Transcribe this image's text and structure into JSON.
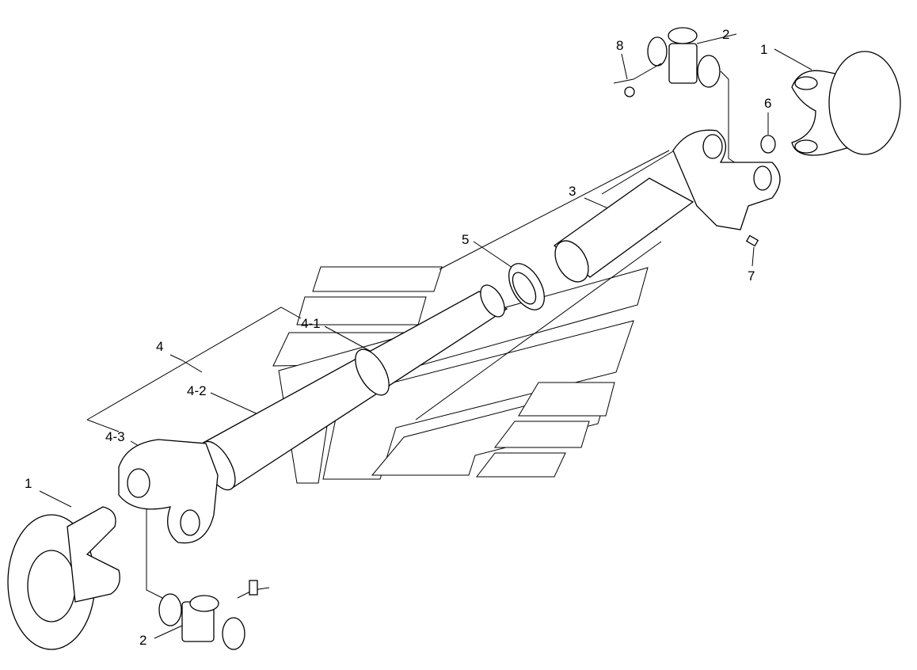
{
  "diagram": {
    "type": "exploded parts drawing - propeller shaft",
    "callouts": [
      {
        "id": "flange-yoke-top",
        "label": "1"
      },
      {
        "id": "cross-top",
        "label": "2"
      },
      {
        "id": "grease-fitting-top",
        "label": "8"
      },
      {
        "id": "ring",
        "label": "6"
      },
      {
        "id": "sleeve-yoke",
        "label": "3"
      },
      {
        "id": "plug",
        "label": "7"
      },
      {
        "id": "nut",
        "label": "5"
      },
      {
        "id": "shaft-4-1",
        "label": "4-1"
      },
      {
        "id": "shaft-assembly",
        "label": "4"
      },
      {
        "id": "shaft-4-2",
        "label": "4-2"
      },
      {
        "id": "shaft-4-3",
        "label": "4-3"
      },
      {
        "id": "flange-yoke-bottom",
        "label": "1"
      },
      {
        "id": "cross-bottom",
        "label": "2"
      }
    ]
  }
}
